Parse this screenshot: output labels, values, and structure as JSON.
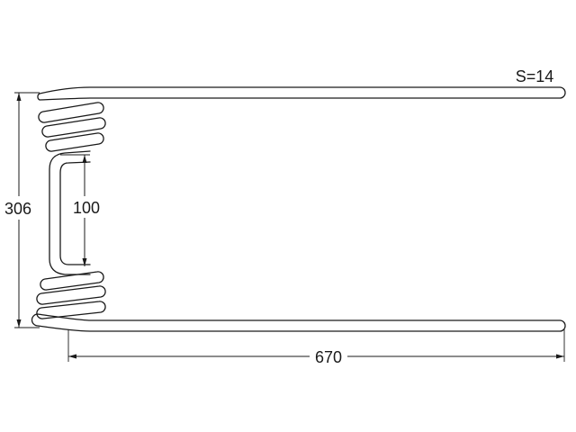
{
  "labels": {
    "wire_spec": "S=14",
    "height_dim": "306",
    "coil_gap_dim": "100",
    "length_dim": "670"
  }
}
